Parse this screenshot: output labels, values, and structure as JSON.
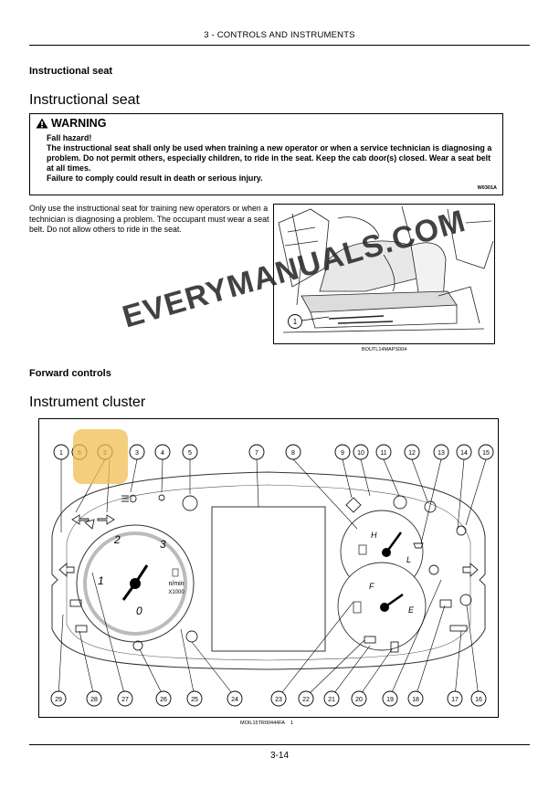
{
  "header": {
    "title": "3 - CONTROLS AND INSTRUMENTS"
  },
  "section1": {
    "heading": "Instructional seat",
    "title": "Instructional seat"
  },
  "warning": {
    "title": "WARNING",
    "lines": [
      "Fall hazard!",
      "The instructional seat shall only be used when training a new operator or when a service technician is diagnosing a problem. Do not permit others, especially children, to ride in the seat. Keep the cab door(s) closed. Wear a seat belt at all times.",
      "Failure to comply could result in death or serious injury."
    ],
    "code": "W0301A"
  },
  "instruction": {
    "text": "Only use the instructional seat for training new operators or when a technician is diagnosing a problem. The occupant must wear a seat belt. Do not allow others to ride in the seat."
  },
  "figure1": {
    "callout": "1",
    "caption": "BOUTL14MAPS004"
  },
  "section2": {
    "heading": "Forward controls",
    "title": "Instrument cluster"
  },
  "figure2": {
    "caption_code": "MOIL15TR00444FA",
    "caption_num": "1",
    "callouts": [
      "1",
      "2",
      "3",
      "4",
      "5",
      "6",
      "7",
      "8",
      "9",
      "10",
      "11",
      "12",
      "13",
      "14",
      "15",
      "16",
      "17",
      "18",
      "19",
      "20",
      "21",
      "22",
      "23",
      "24",
      "25",
      "26",
      "27",
      "28",
      "29"
    ],
    "tach": {
      "labels": [
        "0",
        "1",
        "2",
        "3"
      ],
      "unit": "n/min",
      "multiplier": "X1000"
    },
    "temp_labels": [
      "H",
      "L"
    ],
    "fuel_labels": [
      "F",
      "E"
    ],
    "icons": [
      "turn-left-icon",
      "turn-right-icon",
      "high-beam-icon",
      "work-light-icon",
      "stop-icon",
      "hazard-icon",
      "parking-brake-icon",
      "brake-icon",
      "battery-icon",
      "fuel-icon",
      "temperature-icon",
      "oil-pressure-icon",
      "auto-icon"
    ]
  },
  "watermark": {
    "text": "EVERYMANUALS.COM"
  },
  "footer": {
    "page": "3-14"
  }
}
